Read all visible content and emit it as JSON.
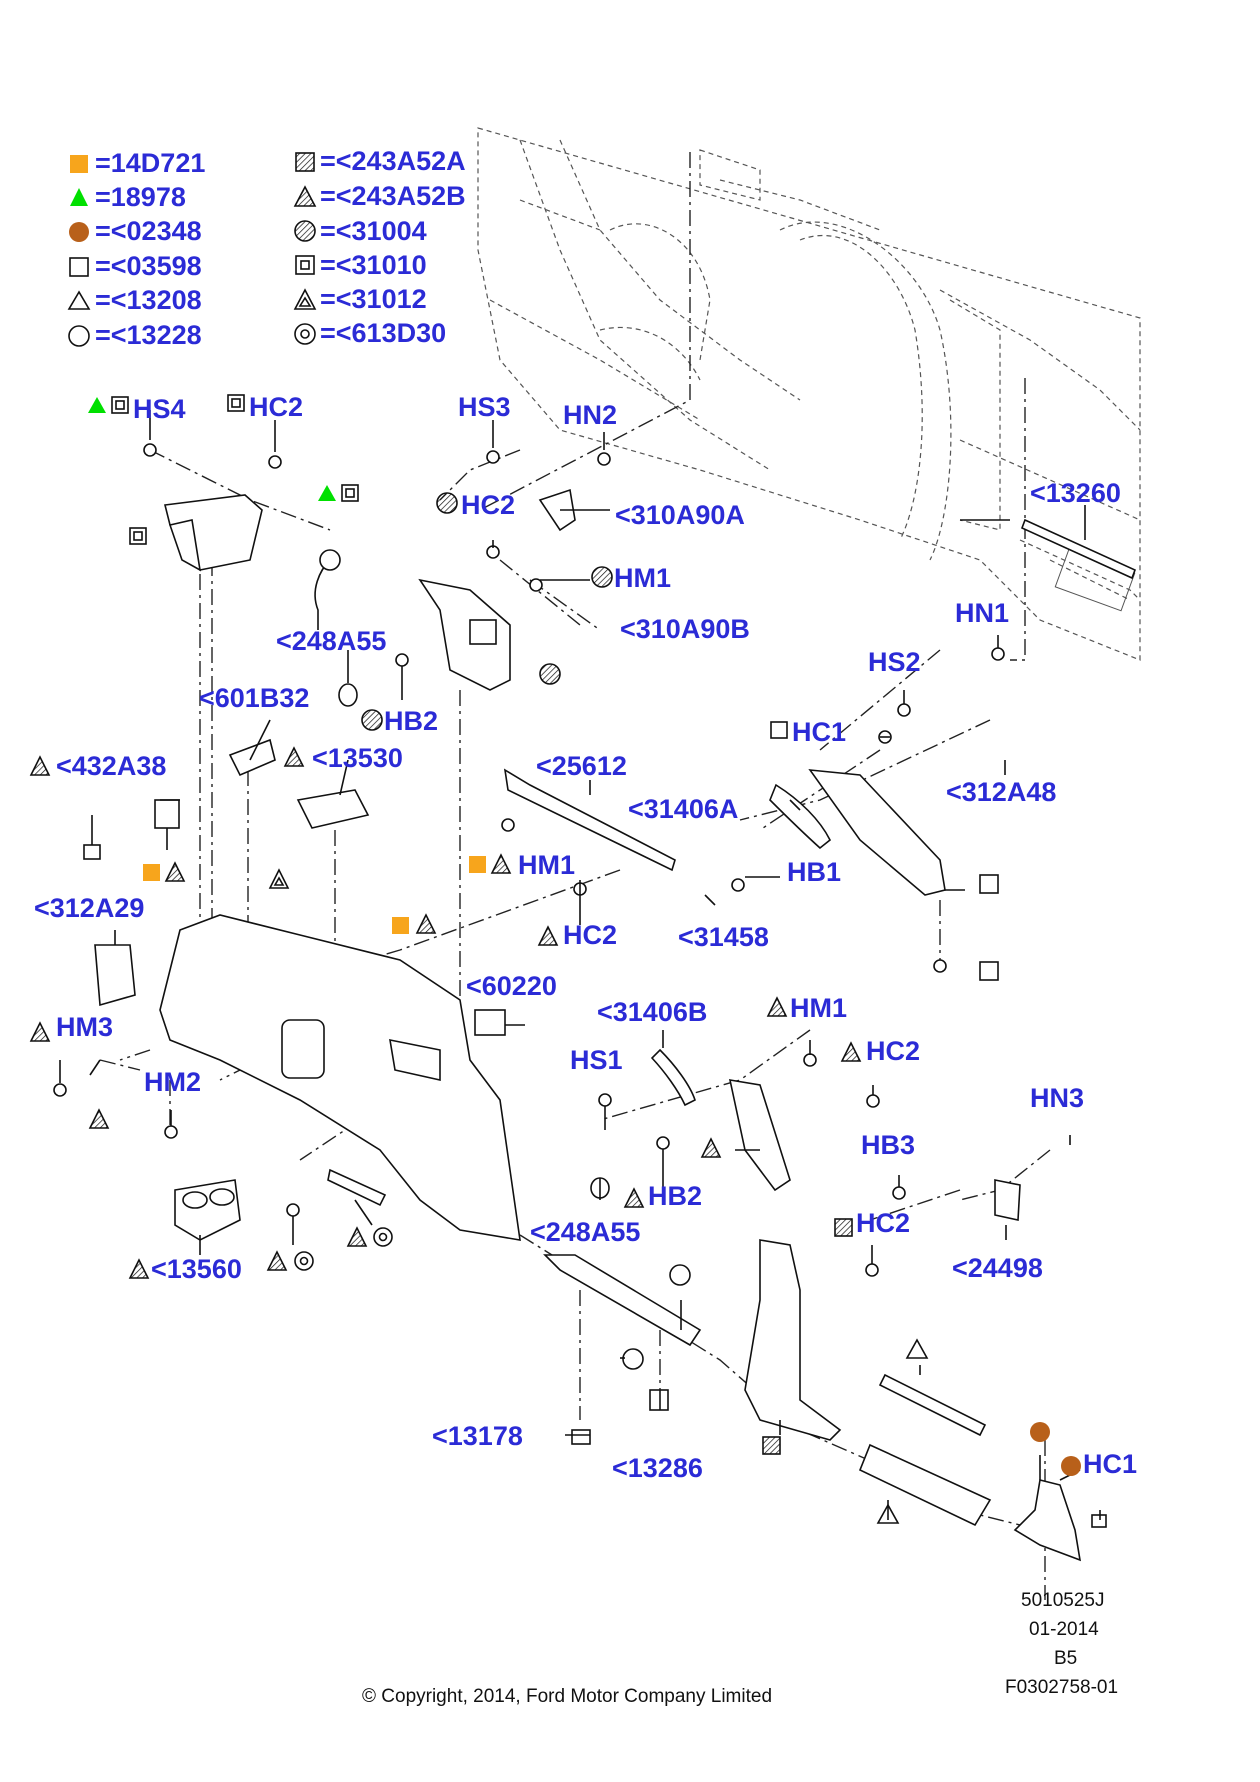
{
  "colors": {
    "label": "#2b2bd6",
    "square_orange": "#f7a51c",
    "triangle_green": "#00e000",
    "circle_brown": "#b8601a"
  },
  "legend": [
    {
      "symbol": "square-filled-orange",
      "text": "=14D721"
    },
    {
      "symbol": "triangle-filled-green",
      "text": "=18978"
    },
    {
      "symbol": "circle-filled-brown",
      "text": "=<02348"
    },
    {
      "symbol": "square-outline",
      "text": "=<03598"
    },
    {
      "symbol": "triangle-outline",
      "text": "=<13208"
    },
    {
      "symbol": "circle-outline",
      "text": "=<13228"
    },
    {
      "symbol": "square-hatched",
      "text": "=<243A52A"
    },
    {
      "symbol": "triangle-hatched",
      "text": "=<243A52B"
    },
    {
      "symbol": "circle-hatched",
      "text": "=<31004"
    },
    {
      "symbol": "square-in-square",
      "text": "=<31010"
    },
    {
      "symbol": "triangle-in-triangle",
      "text": "=<31012"
    },
    {
      "symbol": "circle-in-circle",
      "text": "=<613D30"
    }
  ],
  "labels": {
    "hs4": "HS4",
    "hc2_top": "HC2",
    "hs3": "HS3",
    "hn2": "HN2",
    "hc2_mid": "HC2",
    "p310a90a": "<310A90A",
    "hm1_top": "HM1",
    "p310a90b": "<310A90B",
    "p248a55_top": "<248A55",
    "p13260": "<13260",
    "hn1": "HN1",
    "hs2": "HS2",
    "p601b32": "<601B32",
    "hb2_top": "HB2",
    "hc1_mid": "HC1",
    "p312a48": "<312A48",
    "p432a38": "<432A38",
    "p13530": "<13530",
    "p25612": "<25612",
    "p31406a": "<31406A",
    "hm1_mid": "HM1",
    "hb1": "HB1",
    "p312a29": "<312A29",
    "hc2_lower": "HC2",
    "p31458": "<31458",
    "p60220": "<60220",
    "p31406b": "<31406B",
    "hm1_right": "HM1",
    "hm3": "HM3",
    "hs1": "HS1",
    "hc2_right": "HC2",
    "hm2": "HM2",
    "hn3": "HN3",
    "hb3": "HB3",
    "hb2_low": "HB2",
    "p248a55_low": "<248A55",
    "hc2_low": "HC2",
    "p24498": "<24498",
    "p13560": "<13560",
    "p13178": "<13178",
    "p13286": "<13286",
    "hc1_low": "HC1"
  },
  "meta": {
    "drawing_number": "5010525J",
    "date": "01-2014",
    "revision": "B5",
    "figure_id": "F0302758-01",
    "copyright": "© Copyright, 2014, Ford Motor Company Limited"
  }
}
